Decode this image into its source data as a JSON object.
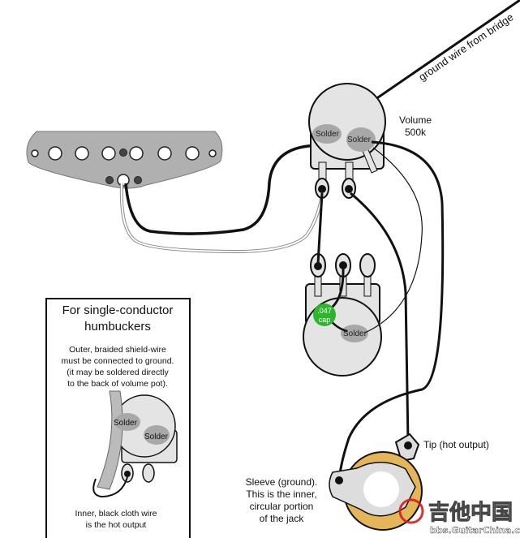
{
  "labels": {
    "ground_wire": "ground wire from bridge",
    "volume_name": "Volume",
    "volume_value": "500k",
    "solder": "Solder",
    "cap_value": ".047",
    "cap_unit": "cap",
    "tip": "Tip (hot output)",
    "sleeve_lines": [
      "Sleeve (ground).",
      "This is the inner,",
      "circular portion",
      "of the jack"
    ]
  },
  "inset": {
    "title_lines": [
      "For single-conductor",
      "humbuckers"
    ],
    "body_lines": [
      "Outer, braided shield-wire",
      "must be connected to ground.",
      "(it may be soldered directly",
      "to the back of volume pot)."
    ],
    "footer_lines": [
      "Inner, black cloth wire",
      "is the hot output"
    ]
  },
  "watermark": {
    "text": "吉他中国",
    "sub": "bbs.GuitarChina.com"
  },
  "colors": {
    "pot_body": "#e4e4e4",
    "solder": "#a8a8a8",
    "cap": "#2db52d",
    "jack_ring": "#e5b55a",
    "pickup": "#b0b0b0",
    "watermark": "#d02020"
  }
}
